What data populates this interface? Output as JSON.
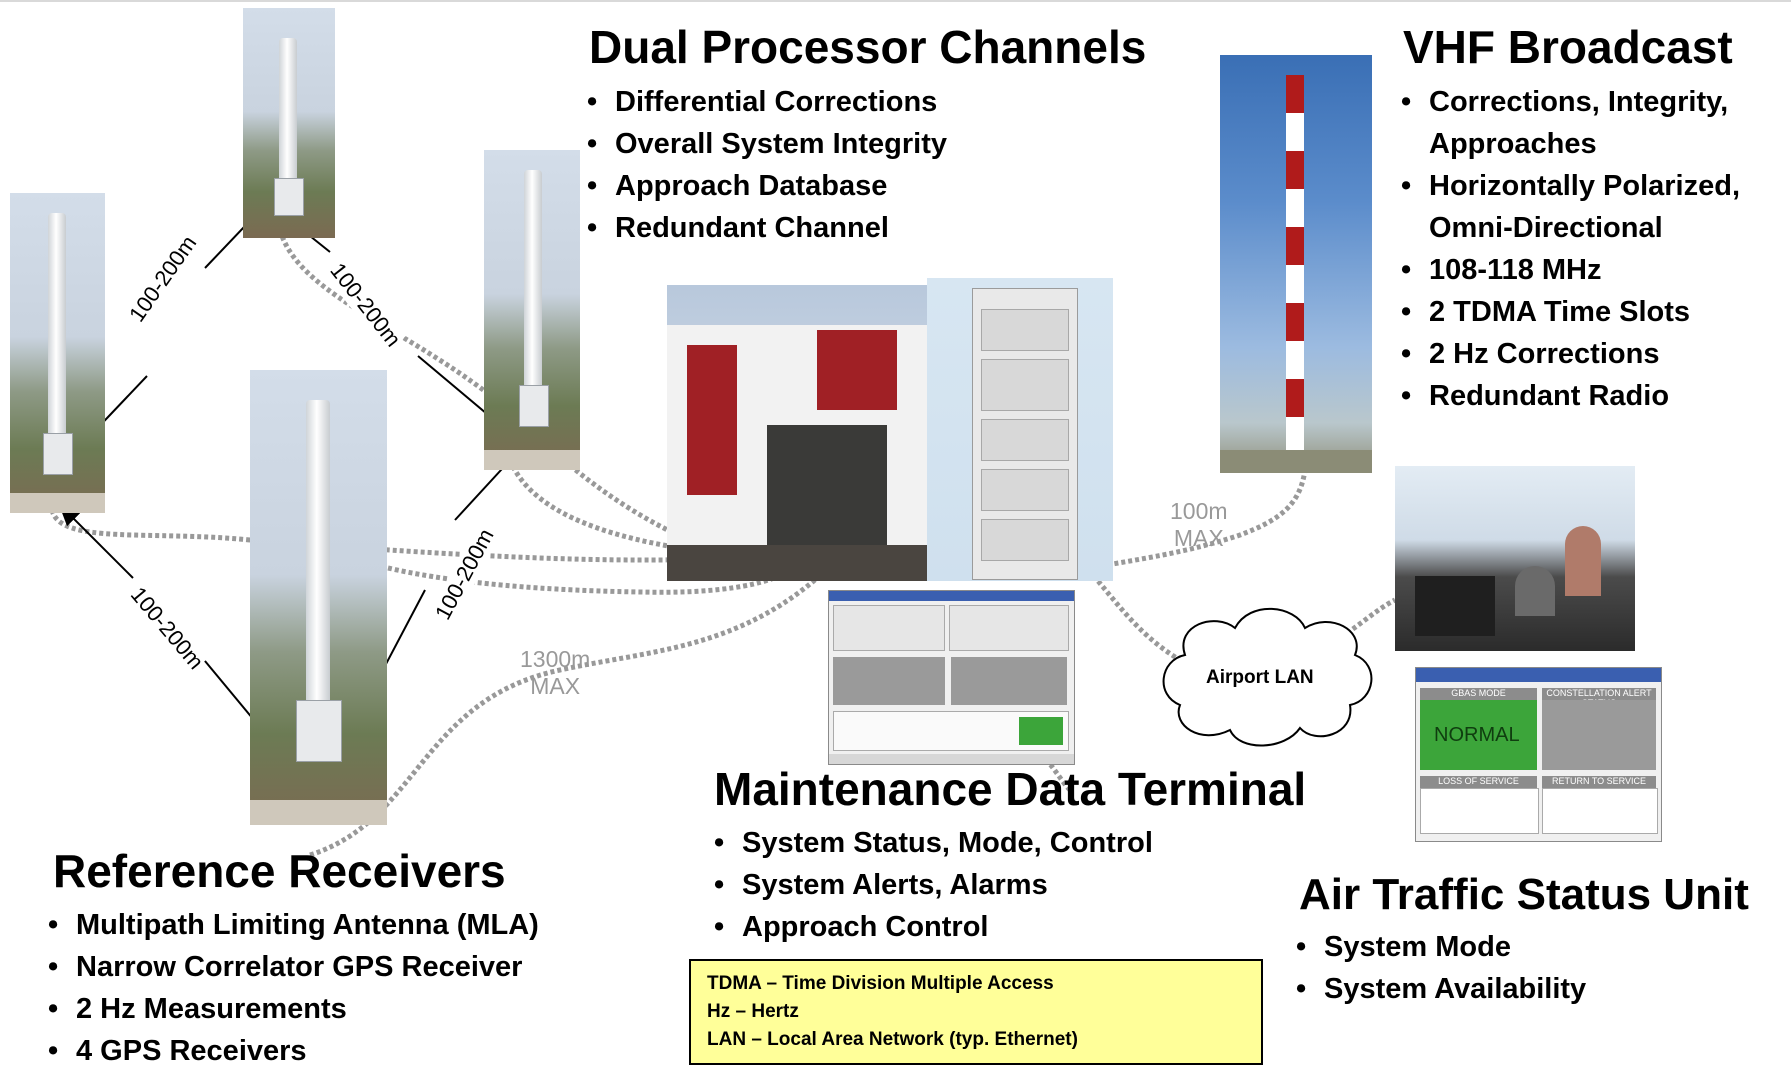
{
  "sections": {
    "dual_processor": {
      "title": "Dual Processor Channels",
      "bullets": [
        "Differential Corrections",
        "Overall System Integrity",
        "Approach Database",
        "Redundant Channel"
      ]
    },
    "vhf_broadcast": {
      "title": "VHF Broadcast",
      "bullets": [
        "Corrections, Integrity, Approaches",
        "Horizontally Polarized, Omni-Directional",
        "108-118 MHz",
        "2 TDMA Time Slots",
        "2 Hz Corrections",
        "Redundant Radio"
      ]
    },
    "maintenance_terminal": {
      "title": "Maintenance Data Terminal",
      "bullets": [
        "System Status, Mode, Control",
        "System Alerts, Alarms",
        "Approach Control"
      ]
    },
    "reference_receivers": {
      "title": "Reference Receivers",
      "bullets": [
        "Multipath Limiting Antenna (MLA)",
        "Narrow Correlator GPS Receiver",
        "2 Hz Measurements",
        "4 GPS Receivers"
      ]
    },
    "air_traffic_status": {
      "title": "Air Traffic Status Unit",
      "bullets": [
        "System Mode",
        "System Availability"
      ]
    }
  },
  "distance_labels": {
    "upper_left": "100-200m",
    "upper_right": "100-200m",
    "lower_left": "100-200m",
    "lower_right": "100-200m",
    "cable_max_1300": [
      "1300m",
      "MAX"
    ],
    "cable_max_100": [
      "100m",
      "MAX"
    ]
  },
  "network": {
    "airport_lan": "Airport LAN"
  },
  "glossary": [
    "TDMA – Time Division Multiple Access",
    "Hz – Hertz",
    "LAN – Local Area Network (typ. Ethernet)"
  ],
  "status_screen": {
    "gbas_mode_header": "GBAS MODE",
    "mode_value": "NORMAL",
    "constellation_header": "CONSTELLATION ALERT STATUS",
    "loss_header": "LOSS OF SERVICE",
    "return_header": "RETURN TO SERVICE",
    "mode_color": "#3ca53a"
  },
  "colors": {
    "connector_gray": "#999999",
    "glossary_bg": "#ffff99"
  }
}
